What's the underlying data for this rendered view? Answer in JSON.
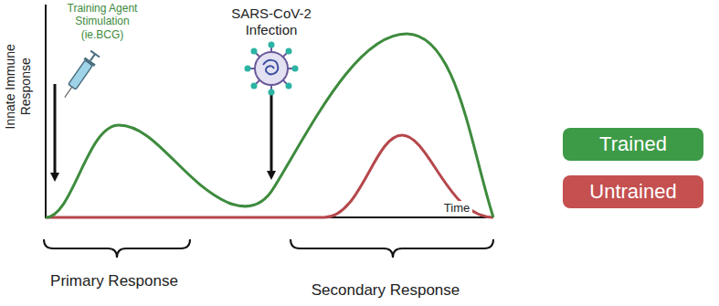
{
  "diagram": {
    "labels": [
      "Training Agent Stimulation (ie.BCG)",
      "SARS-CoV-2 Infection",
      "Innate Immune Response",
      "Time",
      "Primary Response",
      "Secondary Response"
    ],
    "legend": [
      {
        "text": "Trained",
        "color": "#3d9b47"
      },
      {
        "text": "Untrained",
        "color": "#c4504f"
      }
    ]
  }
}
